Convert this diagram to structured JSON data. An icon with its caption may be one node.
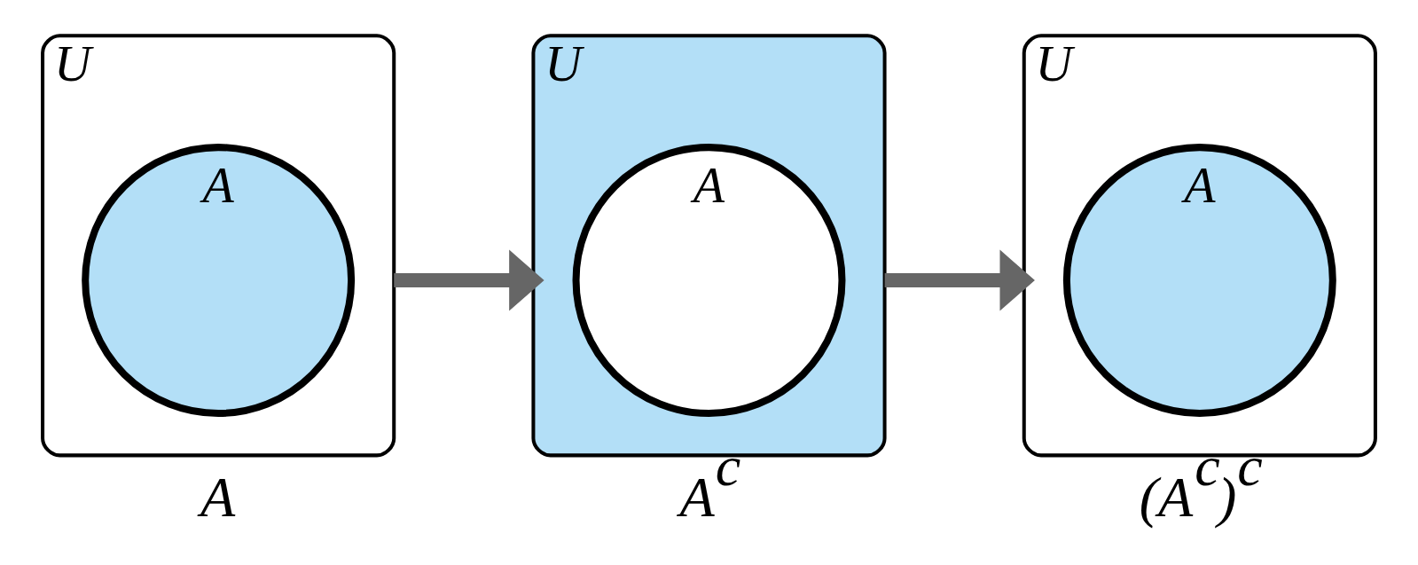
{
  "diagram": {
    "nodes": [
      {
        "text": [
          "U"
        ],
        "beside": [
          "A"
        ]
      },
      {
        "text": [
          "A"
        ],
        "in": 0
      },
      {
        "text": [
          "U"
        ],
        "beside": [
          "A$^{c}$"
        ]
      },
      {
        "text": [
          "A"
        ],
        "in": 2
      },
      {
        "text": [
          "U"
        ],
        "beside": [
          "(A$^{c}$)$^{c}$"
        ]
      },
      {
        "text": [
          "A"
        ],
        "in": 4
      }
    ],
    "edges": [
      {
        "from": 0,
        "to": 2,
        "arrow": "to"
      },
      {
        "from": 2,
        "to": 4,
        "arrow": "to"
      }
    ]
  }
}
